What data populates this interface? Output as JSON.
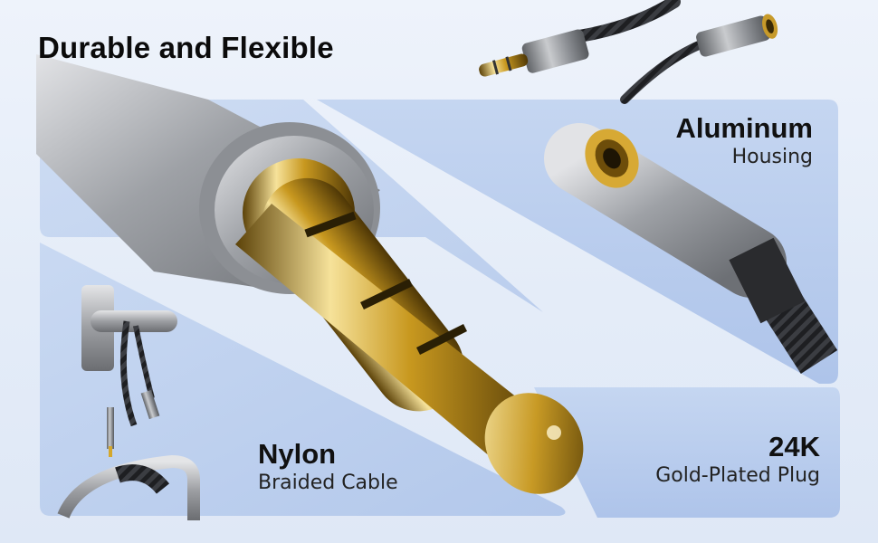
{
  "headline": "Durable and Flexible",
  "features": {
    "aluminum": {
      "title": "Aluminum",
      "subtitle": "Housing"
    },
    "gold": {
      "title": "24K",
      "subtitle": "Gold-Plated Plug"
    },
    "nylon": {
      "title": "Nylon",
      "subtitle": "Braided Cable"
    }
  },
  "colors": {
    "panel_blue": "#b9cdee",
    "gold": "#d4a72c",
    "aluminum": "#8c8f94",
    "braid": "#222222"
  },
  "icons": {
    "hero_plug": "gold-trrs-plug",
    "thumb_cable": "cable-thumbnail",
    "female_jack": "female-jack",
    "hook": "wall-hook"
  }
}
